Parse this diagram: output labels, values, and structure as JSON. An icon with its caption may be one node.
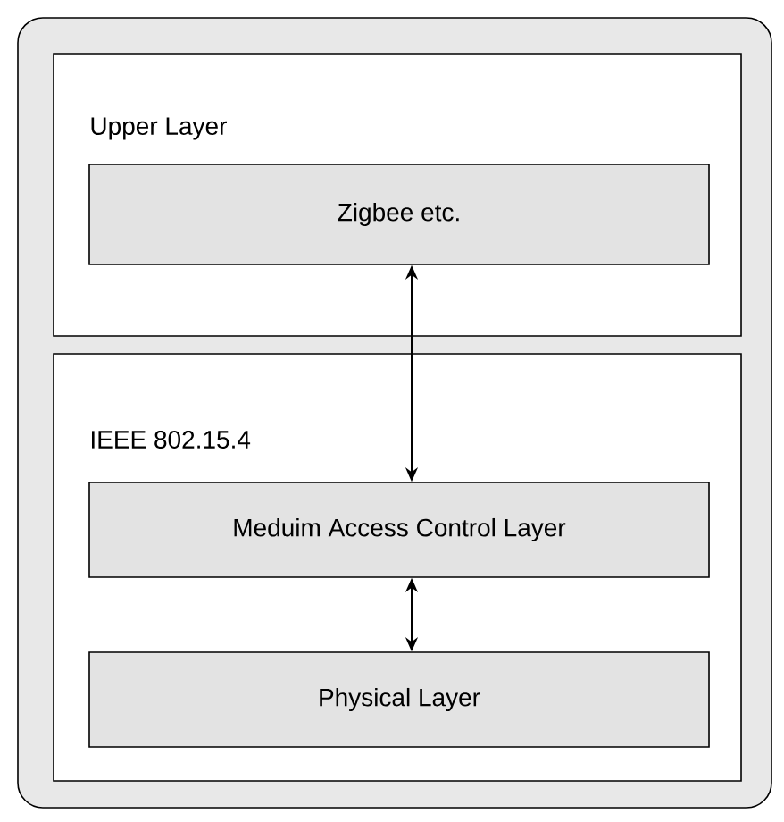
{
  "diagram": {
    "nodes": [
      {
        "text": [],
        "shape": "box"
      },
      {
        "text": [
          "Upper Layer"
        ],
        "in": 0
      },
      {
        "text": [
          "Zigbee etc."
        ],
        "in": 1
      },
      {
        "text": [
          "IEEE  802.15.4"
        ],
        "in": 0
      },
      {
        "text": [
          "Meduim Access Control Layer"
        ],
        "in": 3
      },
      {
        "text": [
          "Physical Layer"
        ],
        "in": 3
      }
    ],
    "edges": [
      {
        "from": 2,
        "to": 4,
        "arrow": "both"
      },
      {
        "from": 4,
        "to": 5,
        "arrow": "both"
      }
    ]
  }
}
